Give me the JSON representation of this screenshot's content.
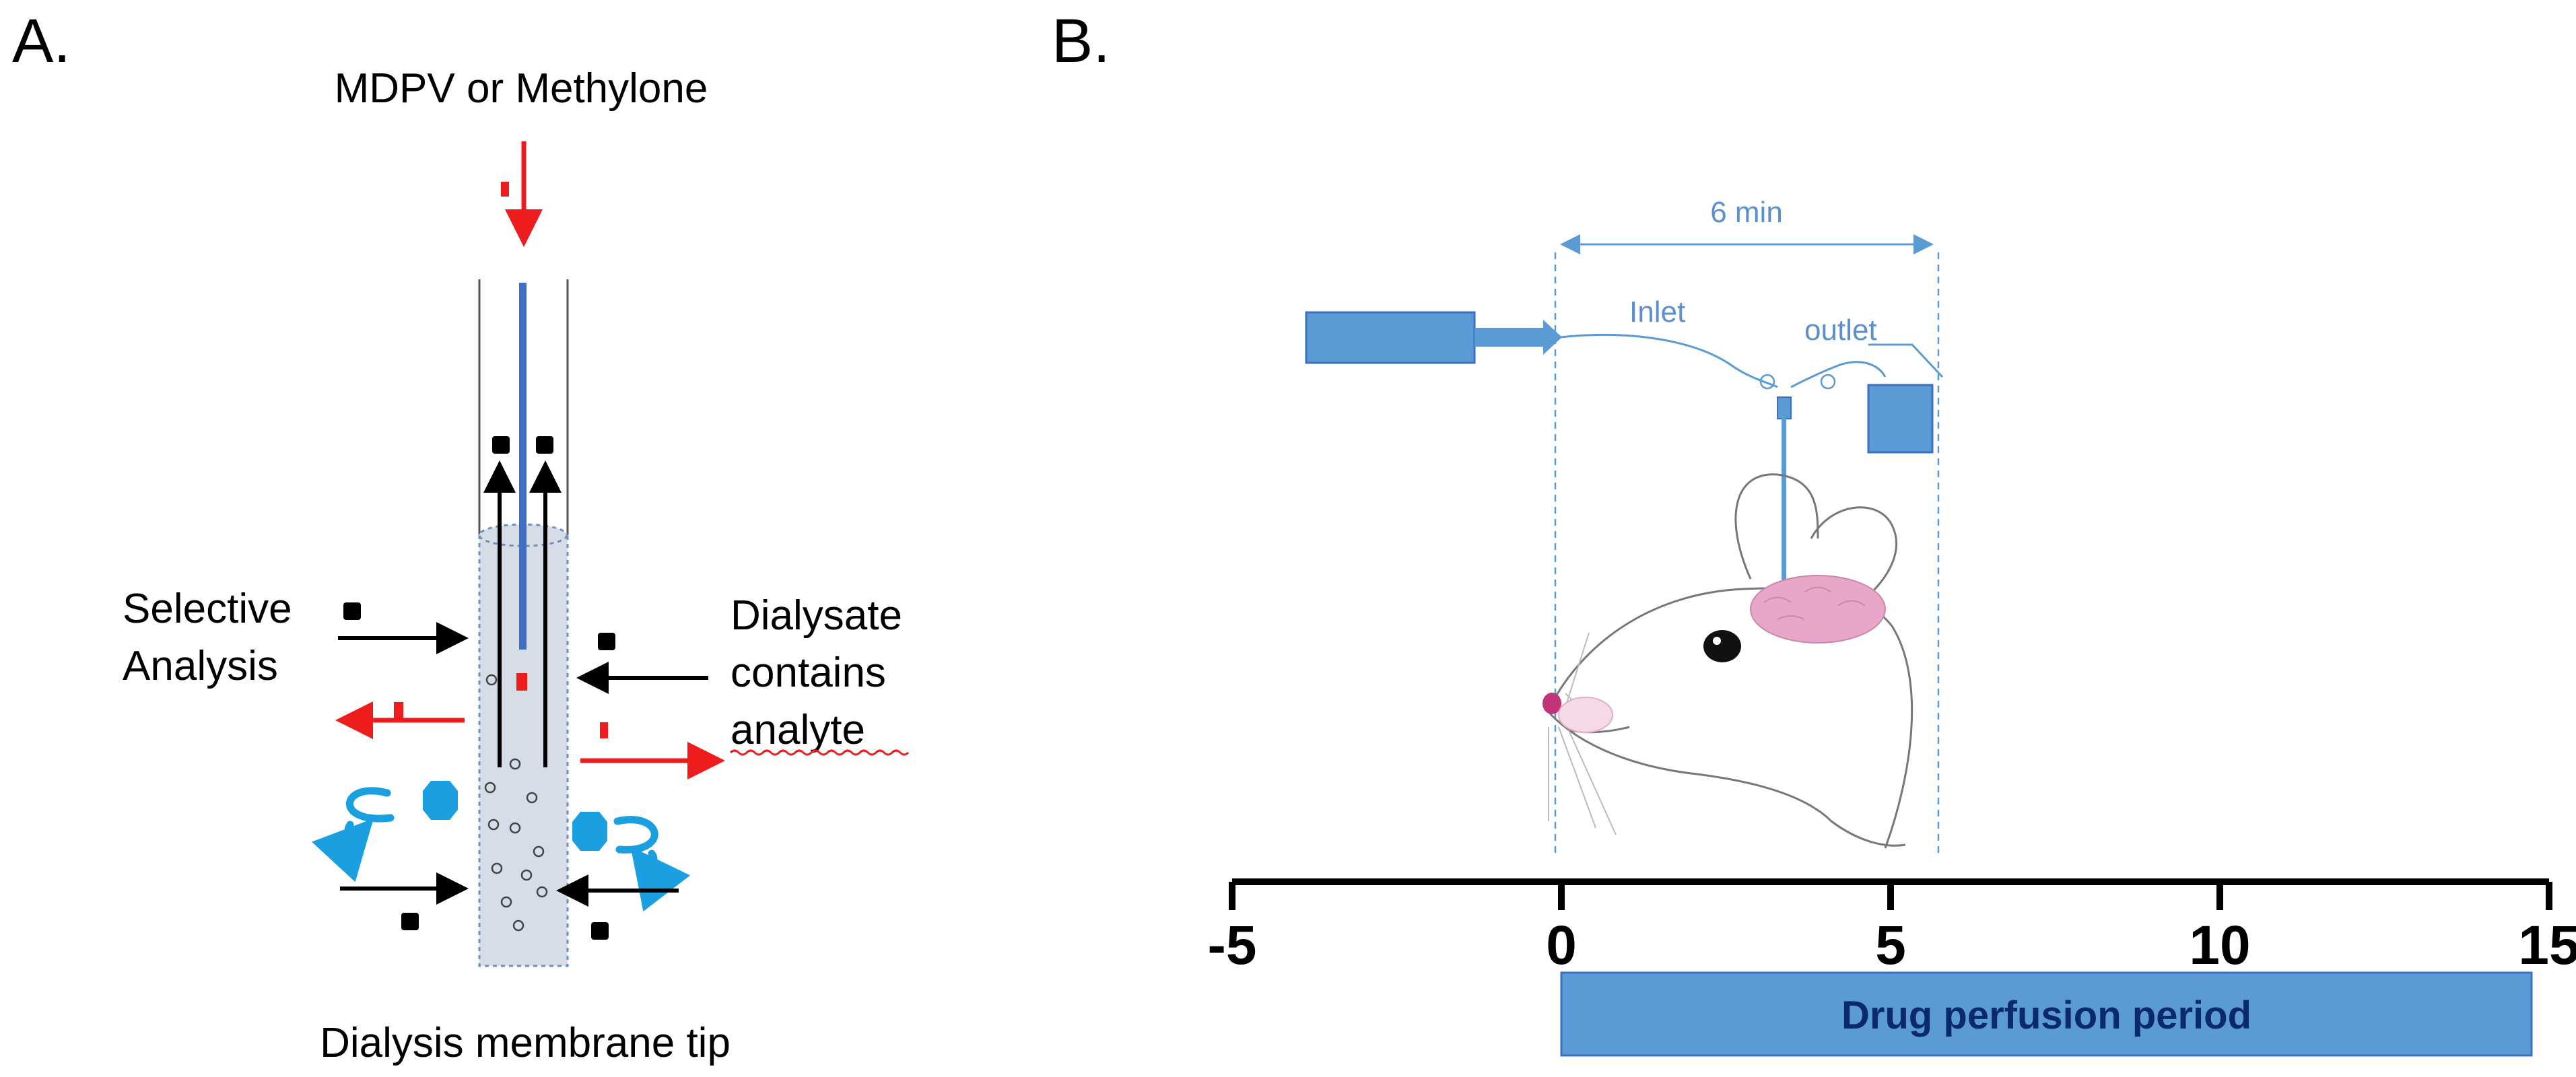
{
  "panel_a": {
    "label": "A.",
    "drug_label": "MDPV or Methylone",
    "left_label_line1": "Selective",
    "left_label_line2": "Analysis",
    "right_label_line1": "Dialysate",
    "right_label_line2": "contains",
    "right_label_line3": "analyte",
    "bottom_label": "Dialysis membrane tip"
  },
  "panel_b": {
    "label": "B.",
    "duration_label": "6 min",
    "inlet_label": "Inlet",
    "outlet_label": "outlet",
    "timeline": {
      "ticks": [
        -5,
        0,
        5,
        10,
        15
      ],
      "tick_labels": [
        "-5",
        "0",
        "5",
        "10",
        "15"
      ],
      "perfusion_start": 0,
      "perfusion_end": 15,
      "window_start": 0,
      "window_end": 6,
      "perfusion_label": "Drug perfusion period"
    }
  },
  "colors": {
    "probe_blue": "#3d6fc4",
    "diagram_blue": "#5b9bd5",
    "drug_red": "#ee1c1c",
    "flow_cyan": "#1aa0e0",
    "brain_pink": "#e8a6c8",
    "bar_text": "#0b2a6b"
  }
}
